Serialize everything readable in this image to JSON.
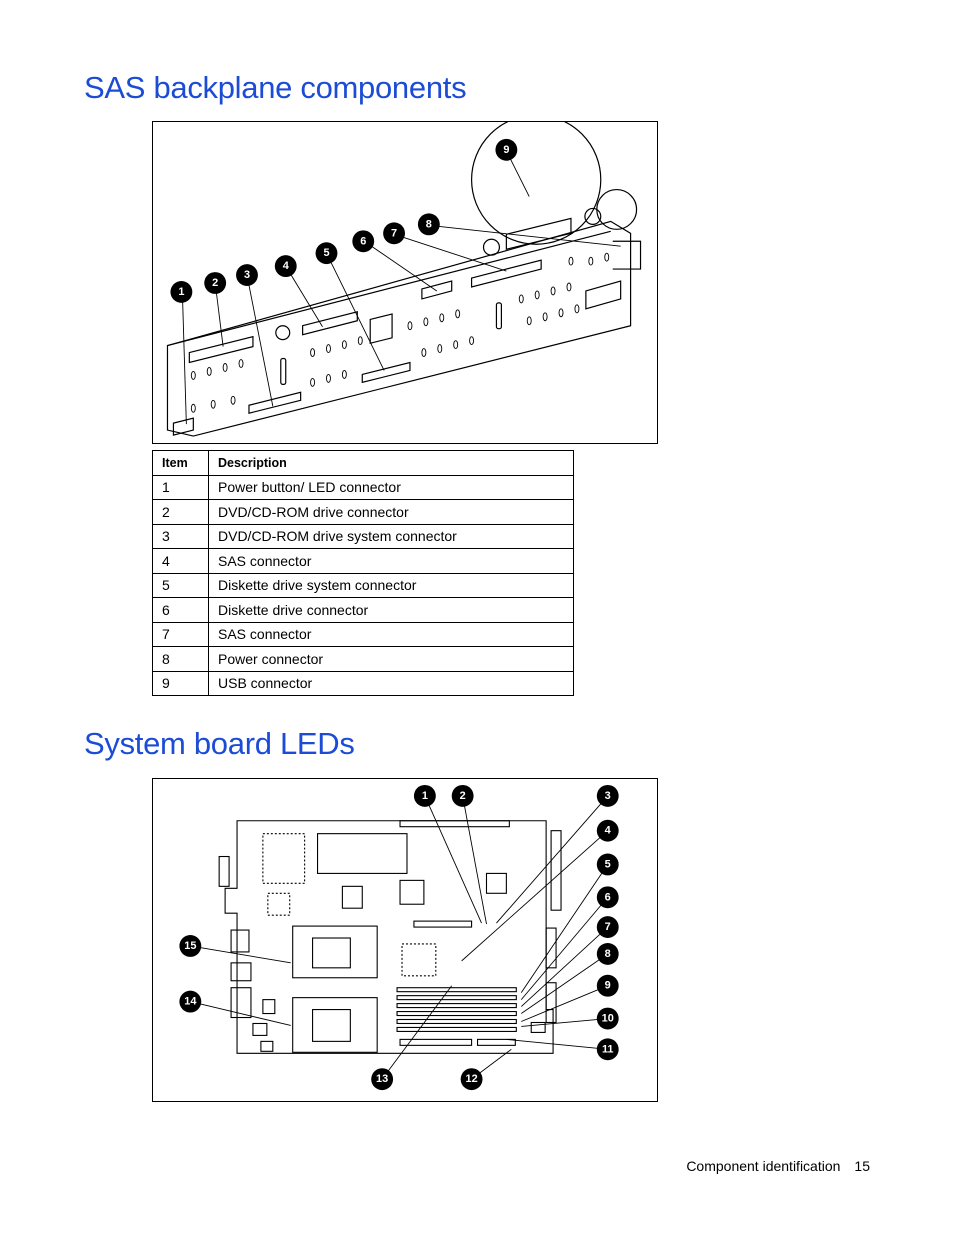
{
  "section1": {
    "title": "SAS backplane components"
  },
  "table": {
    "headers": [
      "Item",
      "Description"
    ],
    "rows": [
      [
        "1",
        "Power button/ LED connector"
      ],
      [
        "2",
        "DVD/CD-ROM drive connector"
      ],
      [
        "3",
        "DVD/CD-ROM drive system connector"
      ],
      [
        "4",
        "SAS connector"
      ],
      [
        "5",
        "Diskette drive system connector"
      ],
      [
        "6",
        "Diskette drive connector"
      ],
      [
        "7",
        "SAS connector"
      ],
      [
        "8",
        "Power connector"
      ],
      [
        "9",
        "USB connector"
      ]
    ]
  },
  "section2": {
    "title": "System board LEDs"
  },
  "figure1": {
    "callouts": [
      "1",
      "2",
      "3",
      "4",
      "5",
      "6",
      "7",
      "8",
      "9"
    ]
  },
  "figure2": {
    "callouts": [
      "1",
      "2",
      "3",
      "4",
      "5",
      "6",
      "7",
      "8",
      "9",
      "10",
      "11",
      "12",
      "13",
      "14",
      "15"
    ]
  },
  "footer": {
    "section": "Component identification",
    "page": "15"
  }
}
